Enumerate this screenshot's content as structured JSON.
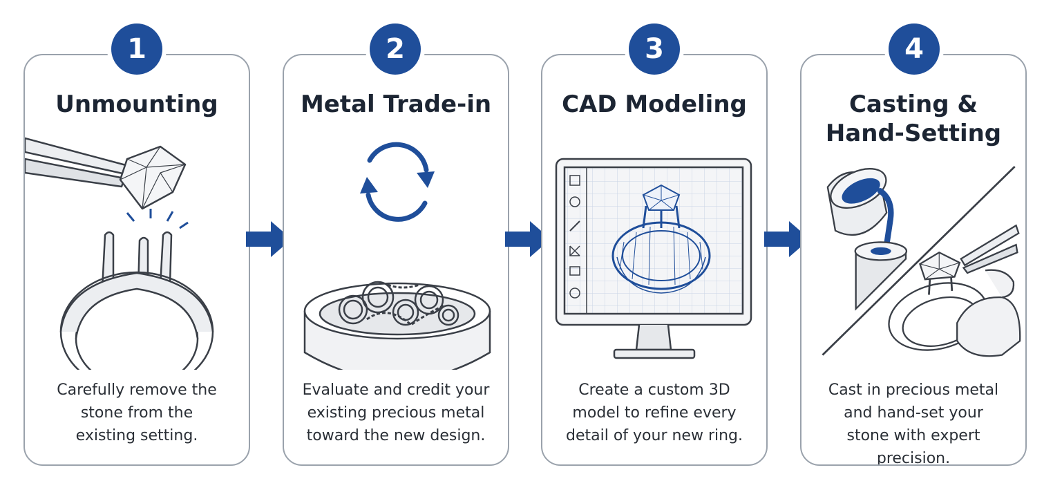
{
  "steps": [
    {
      "number": "1",
      "title_line1": "Unmounting",
      "title_line2": "",
      "desc": "Carefully remove the stone from the existing setting."
    },
    {
      "number": "2",
      "title_line1": "Metal Trade-in",
      "title_line2": "",
      "desc": "Evaluate and credit your existing precious metal toward the new design."
    },
    {
      "number": "3",
      "title_line1": "CAD Modeling",
      "title_line2": "",
      "desc": "Create a custom 3D model to refine every detail of your new ring."
    },
    {
      "number": "4",
      "title_line1": "Casting &",
      "title_line2": "Hand-Setting",
      "desc": "Cast in precious metal and hand-set your stone with expert precision."
    }
  ],
  "colors": {
    "accent": "#1f4e9a",
    "border": "#9aa2ac",
    "line": "#3a3f47"
  }
}
